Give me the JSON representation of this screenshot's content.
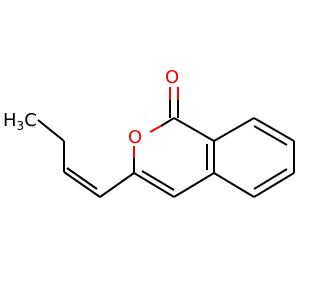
{
  "molecule": {
    "atoms": {
      "carbonyl_oxygen": {
        "symbol": "O",
        "color": "#ff0000"
      },
      "ring_oxygen": {
        "symbol": "O",
        "color": "#ff0000"
      },
      "methyl": {
        "main": "H",
        "sub": "3",
        "tail": "C",
        "color": "#000000"
      }
    },
    "colors": {
      "bond": "#000000",
      "heteroatom": "#ff0000",
      "background": "#ffffff"
    }
  }
}
